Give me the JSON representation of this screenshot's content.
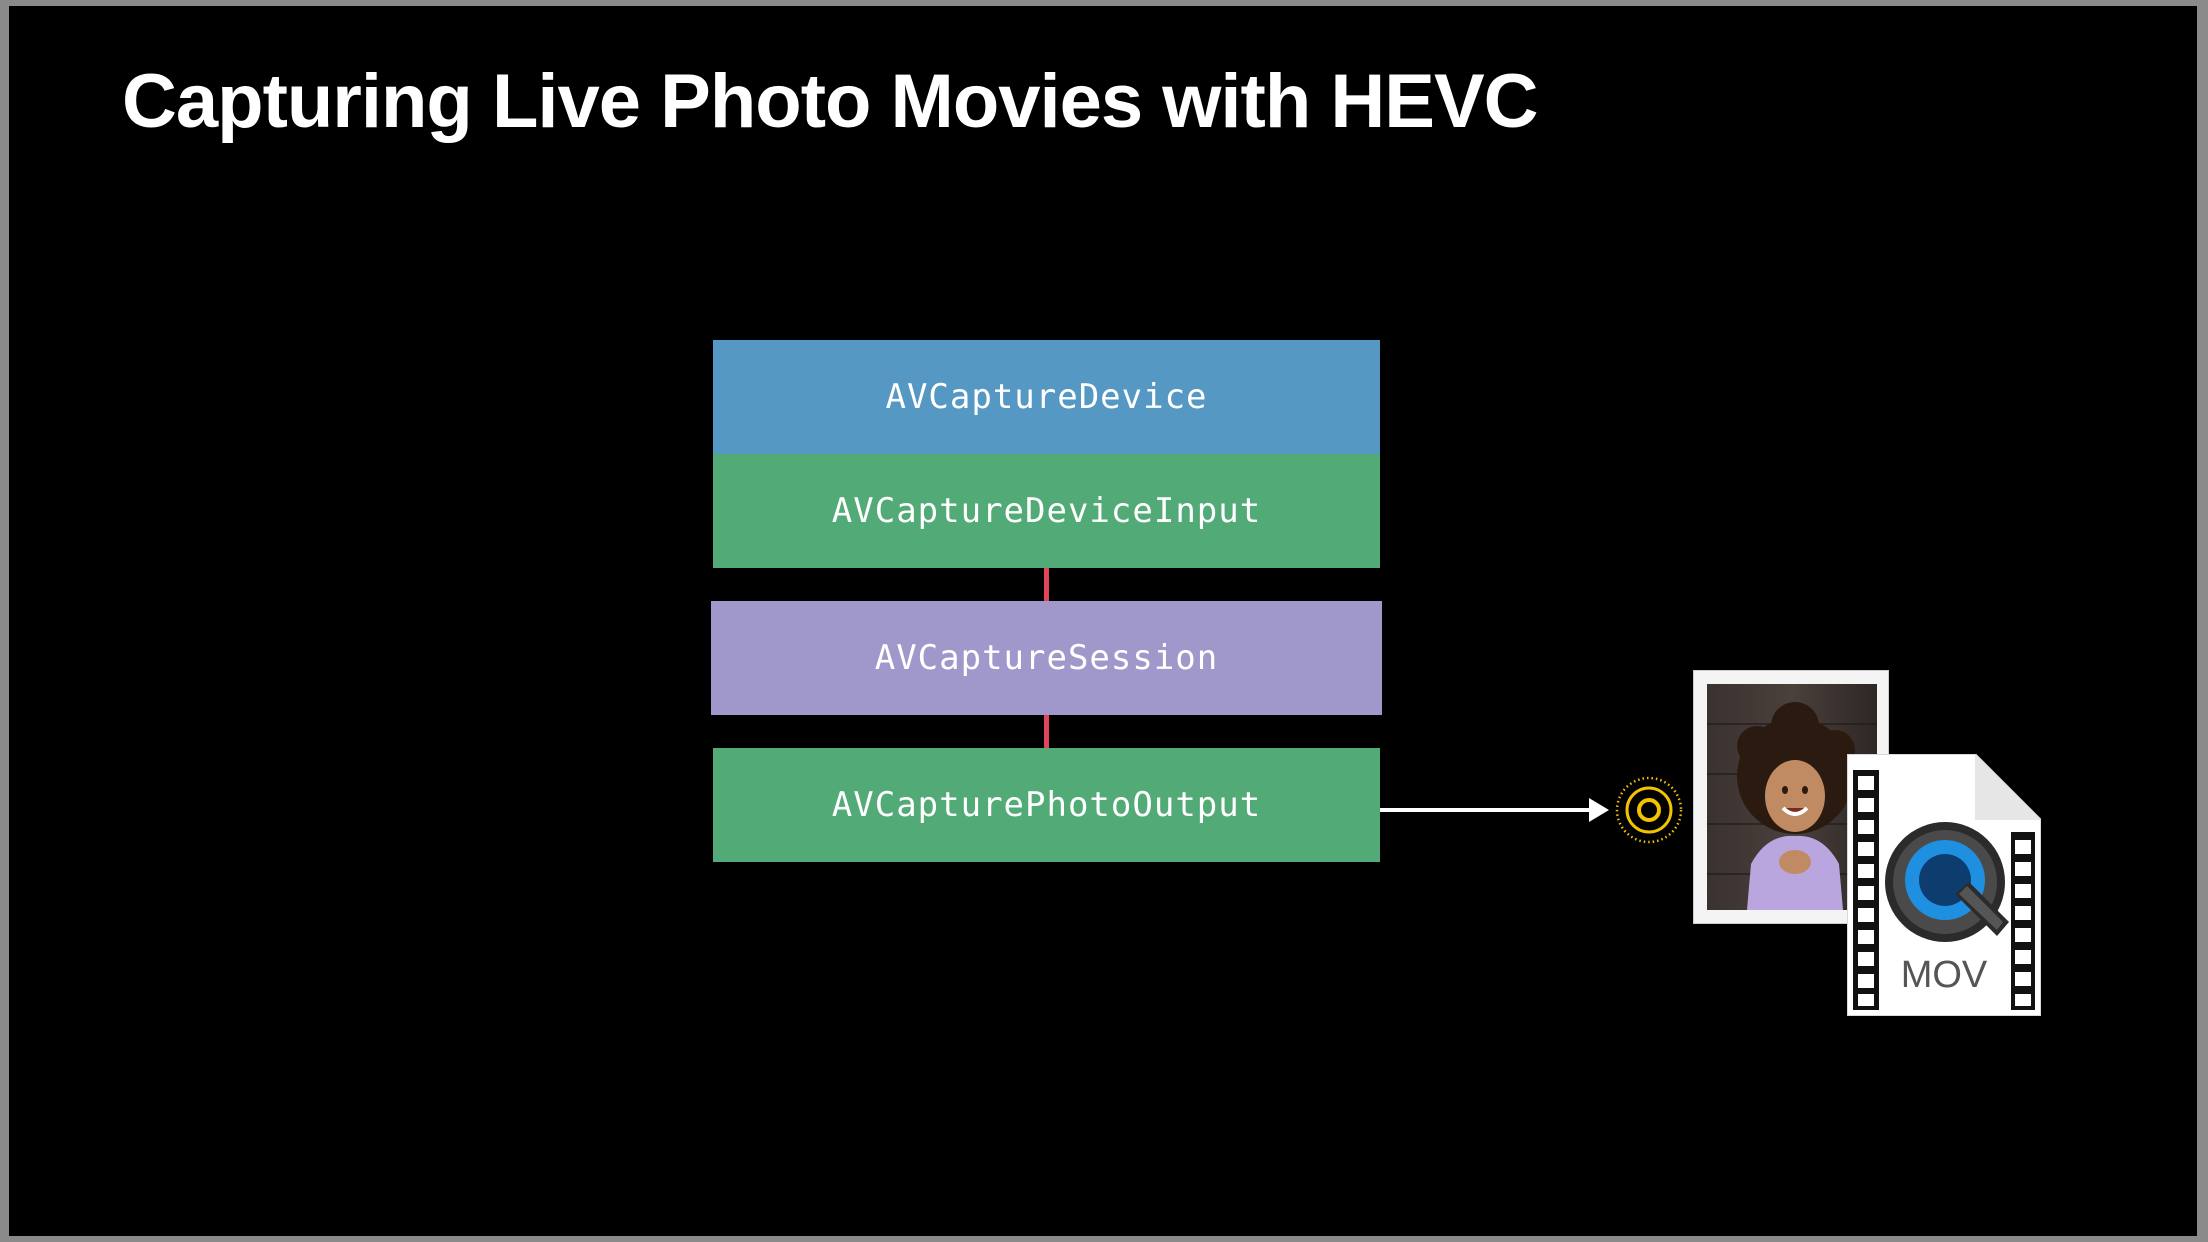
{
  "slide": {
    "title": "Capturing Live Photo Movies with HEVC"
  },
  "diagram": {
    "boxes": [
      {
        "id": "device",
        "label": "AVCaptureDevice",
        "color": "#5598c4"
      },
      {
        "id": "input",
        "label": "AVCaptureDeviceInput",
        "color": "#52aa76"
      },
      {
        "id": "session",
        "label": "AVCaptureSession",
        "color": "#a097cb"
      },
      {
        "id": "output",
        "label": "AVCapturePhotoOutput",
        "color": "#52aa76"
      }
    ],
    "connector_color": "#e0465a",
    "arrow_color": "#ffffff",
    "live_photo_icon": "live-photo-icon",
    "live_photo_color": "#f2c300",
    "result": {
      "photo_icon": "photo-thumbnail",
      "movie_icon": "quicktime-movie-file-icon",
      "movie_label": "MOV"
    }
  }
}
